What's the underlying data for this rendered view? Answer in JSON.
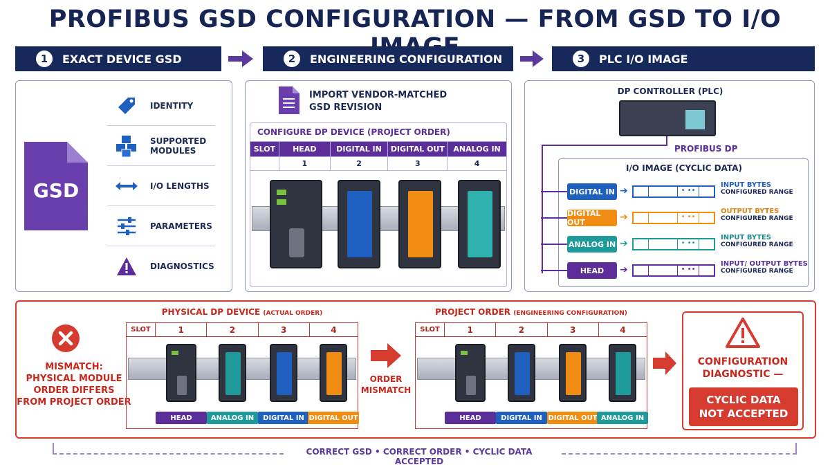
{
  "title": "PROFIBUS GSD CONFIGURATION — FROM GSD TO I/O IMAGE",
  "steps": [
    {
      "num": "1",
      "label": "EXACT DEVICE GSD"
    },
    {
      "num": "2",
      "label": "ENGINEERING CONFIGURATION"
    },
    {
      "num": "3",
      "label": "PLC I/O IMAGE"
    }
  ],
  "gsd": {
    "file_label": "GSD",
    "attributes": [
      {
        "icon": "tag-icon",
        "label": "IDENTITY"
      },
      {
        "icon": "cubes-icon",
        "label_line1": "SUPPORTED",
        "label_line2": "MODULES"
      },
      {
        "icon": "double-arrow-icon",
        "label": "I/O LENGTHS"
      },
      {
        "icon": "sliders-icon",
        "label": "PARAMETERS"
      },
      {
        "icon": "warning-icon",
        "label": "DIAGNOSTICS"
      }
    ]
  },
  "engineering": {
    "import_line1": "IMPORT VENDOR-MATCHED",
    "import_line2": "GSD REVISION",
    "configure_title": "CONFIGURE DP DEVICE (PROJECT ORDER)",
    "headers": [
      "SLOT",
      "HEAD",
      "DIGITAL IN",
      "DIGITAL OUT",
      "ANALOG IN"
    ],
    "slots": [
      "",
      "1",
      "2",
      "3",
      "4"
    ]
  },
  "plc": {
    "controller_label": "DP CONTROLLER (PLC)",
    "bus_label": "PROFIBUS DP",
    "image_title": "I/O IMAGE (CYCLIC DATA)",
    "rows": [
      {
        "tag": "DIGITAL IN",
        "color": "#1f5fbf",
        "desc1": "INPUT BYTES",
        "desc1_color": "#1f5fbf",
        "desc2": "CONFIGURED RANGE"
      },
      {
        "tag": "DIGITAL OUT",
        "color": "#f08c12",
        "desc1": "OUTPUT BYTES",
        "desc1_color": "#e0820f",
        "desc2": "CONFIGURED RANGE"
      },
      {
        "tag": "ANALOG IN",
        "color": "#1f9a9a",
        "desc1": "INPUT BYTES",
        "desc1_color": "#1f8a8a",
        "desc2": "CONFIGURED RANGE"
      },
      {
        "tag": "HEAD",
        "color": "#5b2e9a",
        "desc1": "INPUT/ OUTPUT BYTES",
        "desc1_color": "#5b2e9a",
        "desc2": "CONFIGURED RANGE"
      }
    ]
  },
  "mismatch": {
    "label_line1": "MISMATCH:",
    "label_line2": "PHYSICAL MODULE",
    "label_line3": "ORDER DIFFERS",
    "label_line4": "FROM PROJECT ORDER",
    "physical_title": "PHYSICAL DP DEVICE",
    "physical_sub": "(ACTUAL ORDER)",
    "project_title": "PROJECT ORDER",
    "project_sub": "(ENGINEERING CONFIGURATION)",
    "slot_header": "SLOT",
    "slot_numbers": [
      "1",
      "2",
      "3",
      "4"
    ],
    "physical_modules": [
      {
        "label": "HEAD",
        "color": "#5b2e9a"
      },
      {
        "label": "ANALOG IN",
        "color": "#1f9a9a"
      },
      {
        "label": "DIGITAL IN",
        "color": "#1f5fbf"
      },
      {
        "label": "DIGITAL OUT",
        "color": "#f08c12"
      }
    ],
    "project_modules": [
      {
        "label": "HEAD",
        "color": "#5b2e9a"
      },
      {
        "label": "DIGITAL IN",
        "color": "#1f5fbf"
      },
      {
        "label": "DIGITAL OUT",
        "color": "#f08c12"
      },
      {
        "label": "ANALOG IN",
        "color": "#1f9a9a"
      }
    ],
    "order_line1": "ORDER",
    "order_line2": "MISMATCH",
    "diag_line1": "CONFIGURATION",
    "diag_line2": "DIAGNOSTIC —",
    "reject_line1": "CYCLIC DATA",
    "reject_line2": "NOT ACCEPTED"
  },
  "footer": "CORRECT GSD • CORRECT ORDER • CYCLIC DATA ACCEPTED"
}
